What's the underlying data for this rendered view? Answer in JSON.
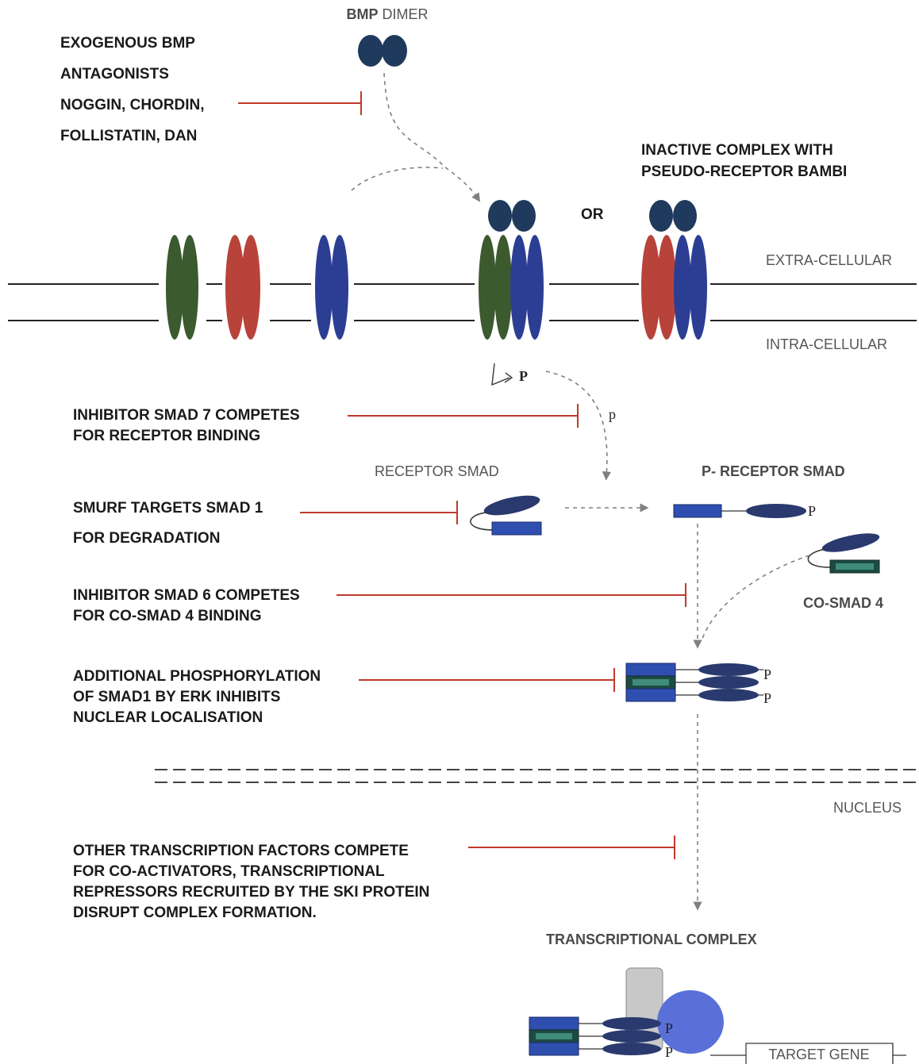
{
  "colors": {
    "green_receptor": "#3b5a2e",
    "red_receptor": "#b8433b",
    "blue_receptor": "#2c3e94",
    "bmp_ligand": "#1f3a5c",
    "smad_blue": "#2f4fb0",
    "smad_dark": "#2a3a6e",
    "smad_teal": "#2e6e5e",
    "inhibition_line": "#c0392b",
    "arrow_grey": "#808080",
    "cofactor_grey": "#c8c8c8",
    "cofactor_blue": "#5a6fd8"
  },
  "labels": {
    "bmp_dimer_bold": "BMP",
    "bmp_dimer_rest": " DIMER",
    "antagonists": [
      "EXOGENOUS BMP",
      "ANTAGONISTS",
      "NOGGIN, CHORDIN,",
      "FOLLISTATIN, DAN"
    ],
    "inactive_complex": [
      "INACTIVE COMPLEX WITH",
      "PSEUDO-RECEPTOR BAMBI"
    ],
    "or": "OR",
    "extracellular": "EXTRA-CELLULAR",
    "intracellular": "INTRA-CELLULAR",
    "p_upper": "P",
    "p_lower": "p",
    "smad7": [
      "INHIBITOR SMAD 7 COMPETES",
      "FOR RECEPTOR BINDING"
    ],
    "receptor_smad": "RECEPTOR SMAD",
    "p_receptor_smad": "P- RECEPTOR SMAD",
    "smurf": [
      "SMURF TARGETS SMAD 1",
      "FOR DEGRADATION"
    ],
    "smad6": [
      "INHIBITOR SMAD 6 COMPETES",
      "FOR CO-SMAD 4 BINDING"
    ],
    "co_smad4": "CO-SMAD 4",
    "erk": [
      "ADDITIONAL PHOSPHORYLATION",
      "OF SMAD1 BY ERK INHIBITS",
      "NUCLEAR LOCALISATION"
    ],
    "nucleus": "NUCLEUS",
    "other_tf": [
      "OTHER TRANSCRIPTION FACTORS COMPETE",
      "FOR CO-ACTIVATORS, TRANSCRIPTIONAL",
      "REPRESSORS RECRUITED BY THE SKI PROTEIN",
      "DISRUPT COMPLEX FORMATION."
    ],
    "transcriptional_complex": "TRANSCRIPTIONAL COMPLEX",
    "target_gene": "TARGET GENE"
  }
}
